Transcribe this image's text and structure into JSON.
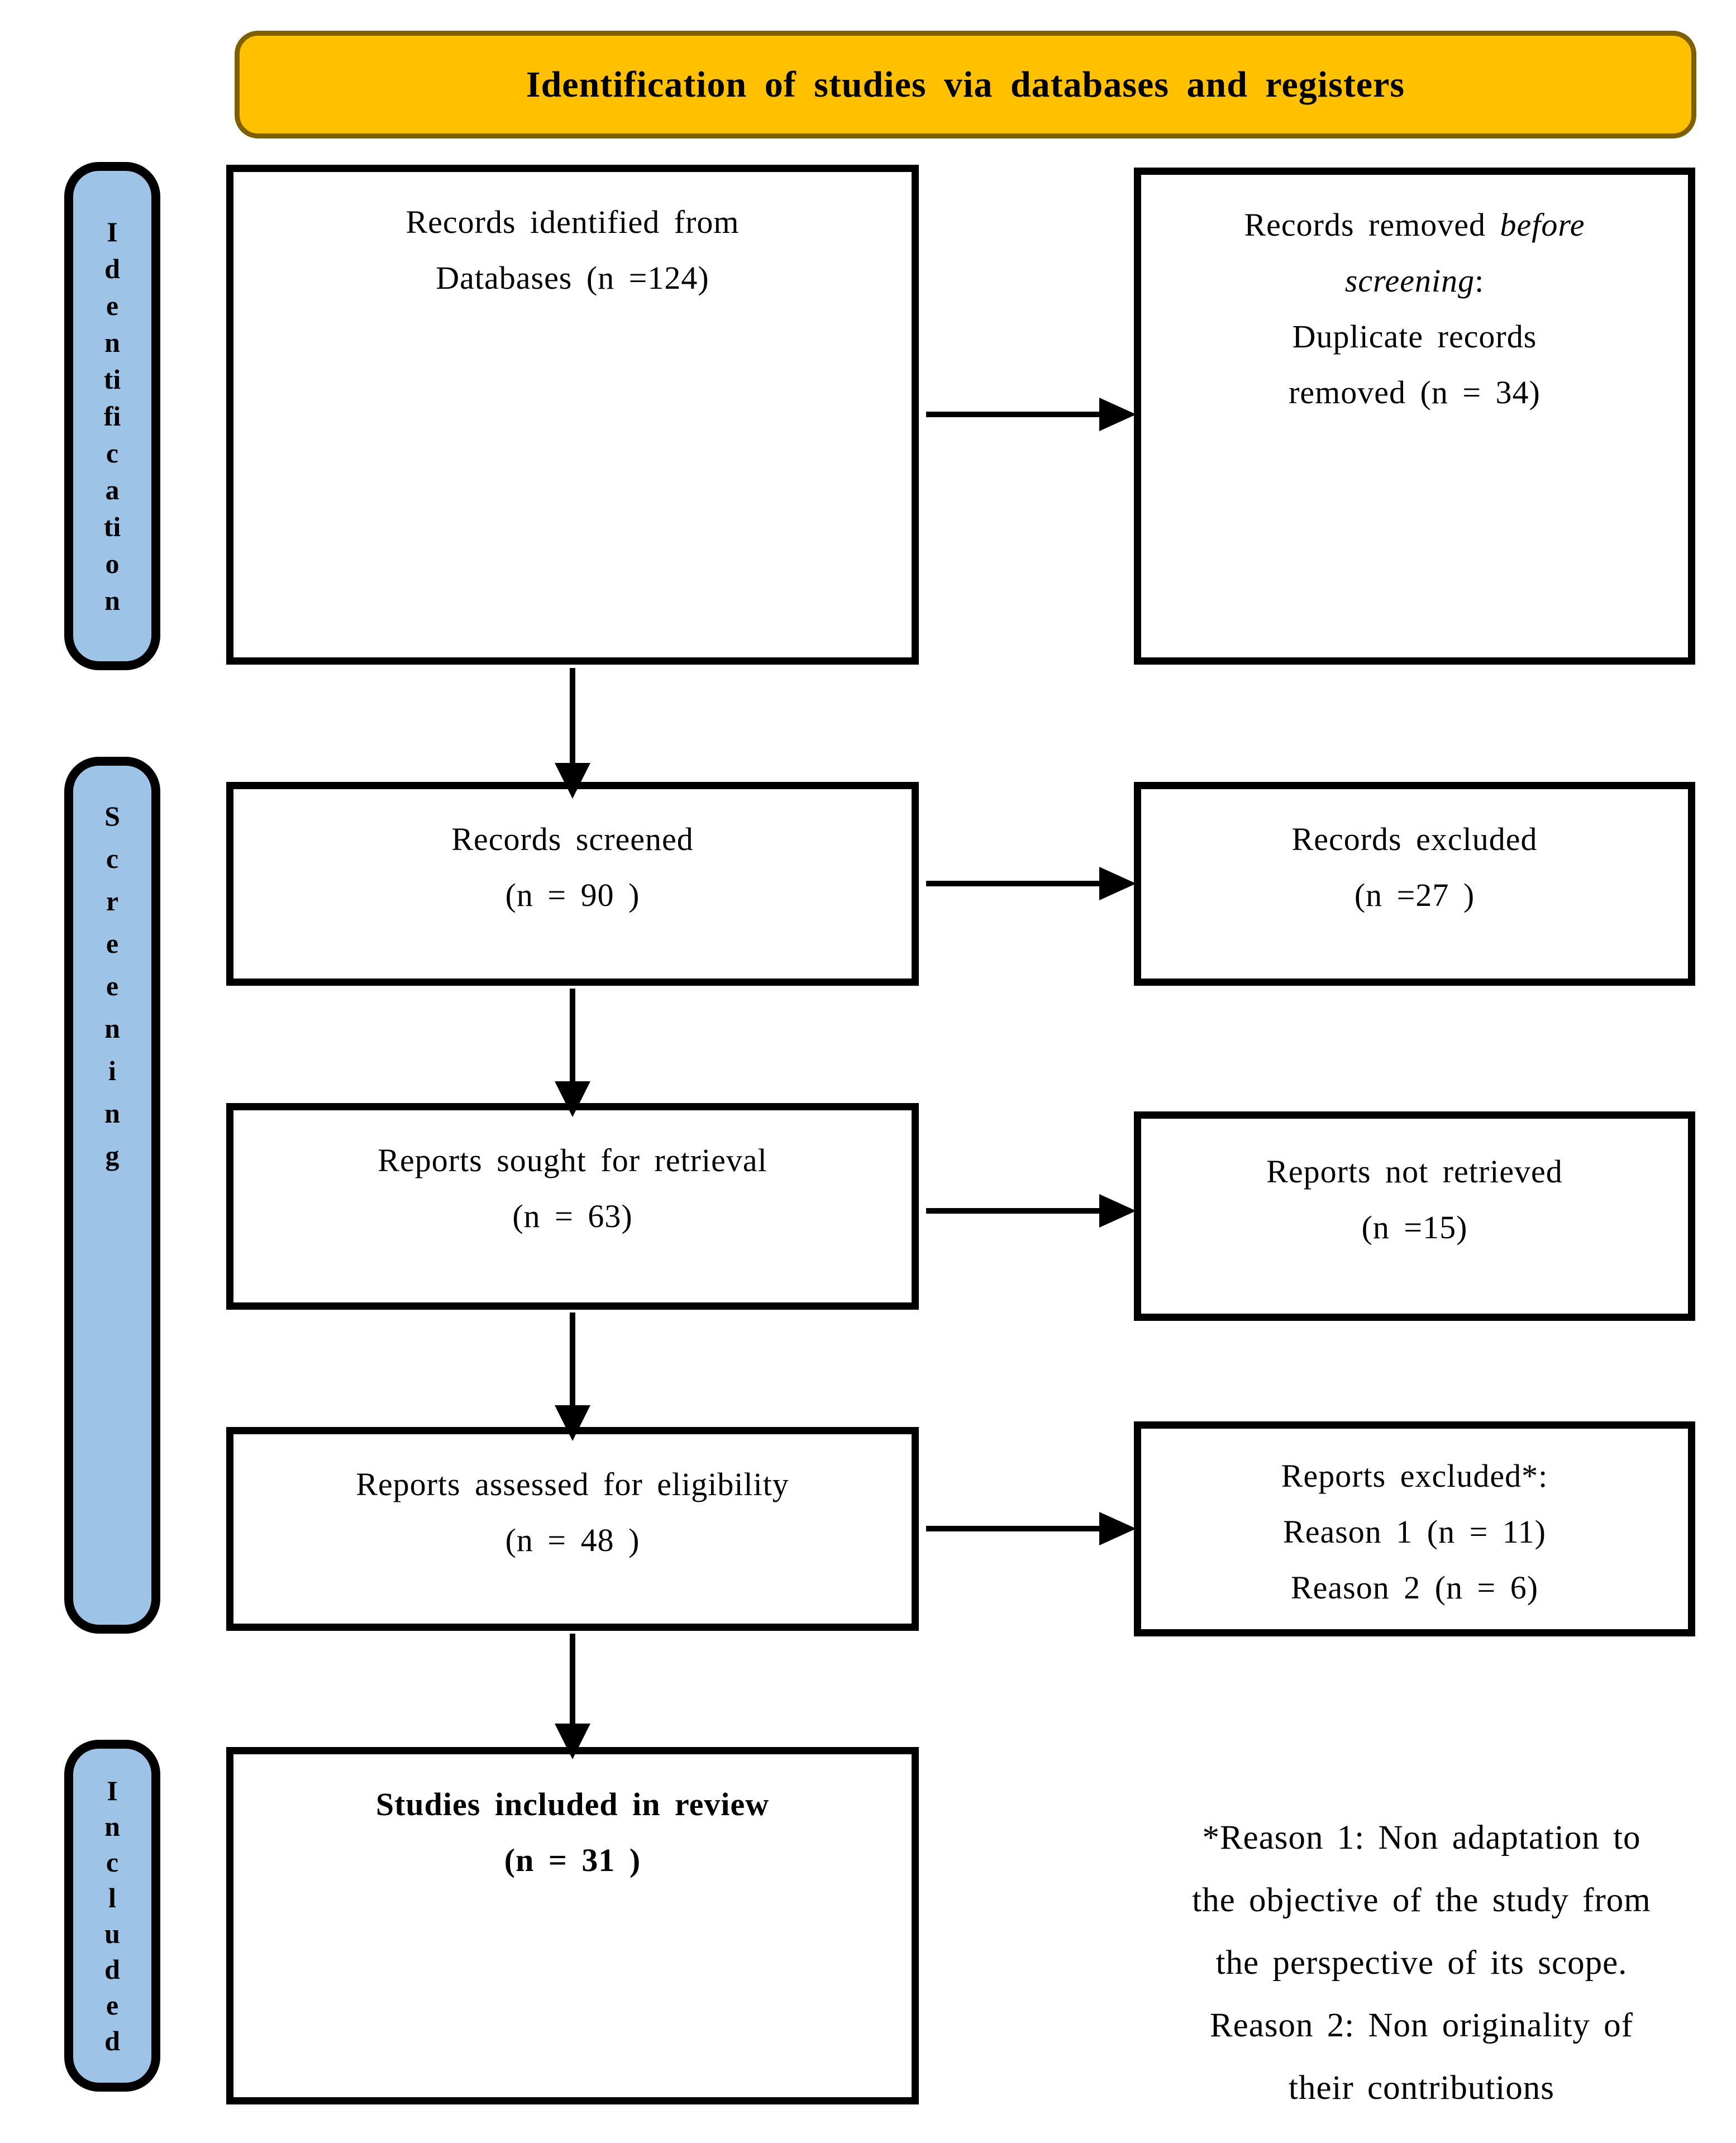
{
  "header": {
    "title": "Identification of studies via databases and registers"
  },
  "colors": {
    "banner_fill": "#FFC000",
    "banner_border": "#7F6000",
    "sidebar_fill": "#9DC3E6",
    "box_border": "#000000",
    "text": "#000000"
  },
  "sidebar": {
    "identification": {
      "label": "Identification",
      "letters": [
        "I",
        "d",
        "e",
        "n",
        "ti",
        "fi",
        "c",
        "a",
        "ti",
        "o",
        "n"
      ]
    },
    "screening": {
      "label": "Screening",
      "letters": [
        "S",
        "c",
        "r",
        "e",
        "e",
        "n",
        "i",
        "n",
        "g"
      ]
    },
    "included": {
      "label": "Included",
      "letters": [
        "I",
        "n",
        "c",
        "l",
        "u",
        "d",
        "e",
        "d"
      ]
    }
  },
  "flow": {
    "records_identified": {
      "line1": "Records identified from",
      "line2": "Databases (n =124)"
    },
    "records_removed": {
      "prefix": "Records removed ",
      "italic1": "before",
      "italic2": "screening",
      "colon": ":",
      "line3": "Duplicate records",
      "line4": "removed (n = 34)"
    },
    "records_screened": {
      "line1": "Records screened",
      "line2": "(n = 90 )"
    },
    "records_excluded": {
      "line1": "Records excluded",
      "line2": "(n =27 )"
    },
    "reports_sought": {
      "line1": "Reports sought for retrieval",
      "line2": "(n = 63)"
    },
    "reports_not_retrieved": {
      "line1": "Reports not retrieved",
      "line2": "(n =15)"
    },
    "reports_assessed": {
      "line1": "Reports assessed for eligibility",
      "line2": "(n = 48 )"
    },
    "reports_excluded": {
      "line1": "Reports excluded*:",
      "line2": "Reason 1 (n = 11)",
      "line3": "Reason 2 (n = 6)"
    },
    "studies_included": {
      "line1": "Studies included in review",
      "line2": "(n = 31 )"
    }
  },
  "footnote": {
    "lines": [
      "*Reason 1: Non adaptation to",
      "the objective of the study from",
      "the perspective of its scope.",
      "Reason 2: Non originality of",
      "their contributions"
    ]
  }
}
